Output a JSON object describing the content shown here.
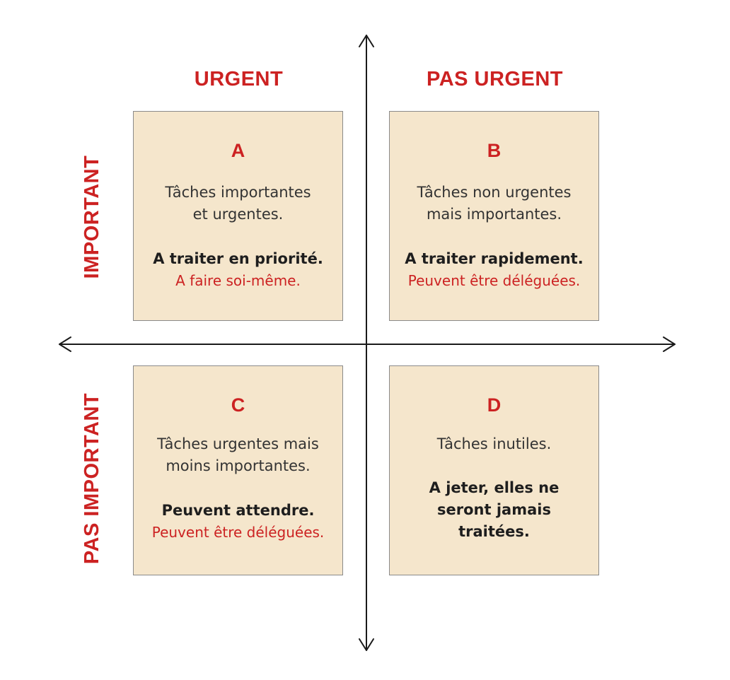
{
  "colors": {
    "accent": "#cc2222",
    "box_fill": "#f5e6cc",
    "box_border": "#8a8a8a",
    "axis": "#1a1a1a"
  },
  "column_labels": {
    "urgent": "URGENT",
    "not_urgent": "PAS URGENT"
  },
  "row_labels": {
    "important": "IMPORTANT",
    "not_important": "PAS IMPORTANT"
  },
  "quadrants": {
    "a": {
      "letter": "A",
      "description": "Tâches importantes\net urgentes.",
      "action": "A traiter en priorité.",
      "note": "A faire soi-même."
    },
    "b": {
      "letter": "B",
      "description": "Tâches non urgentes\nmais importantes.",
      "action": "A traiter rapidement.",
      "note": "Peuvent être déléguées."
    },
    "c": {
      "letter": "C",
      "description": "Tâches urgentes mais\nmoins importantes.",
      "action": "Peuvent attendre.",
      "note": "Peuvent être déléguées."
    },
    "d": {
      "letter": "D",
      "description": "Tâches inutiles.",
      "action": "A jeter, elles ne\nseront jamais\ntraitées."
    }
  }
}
